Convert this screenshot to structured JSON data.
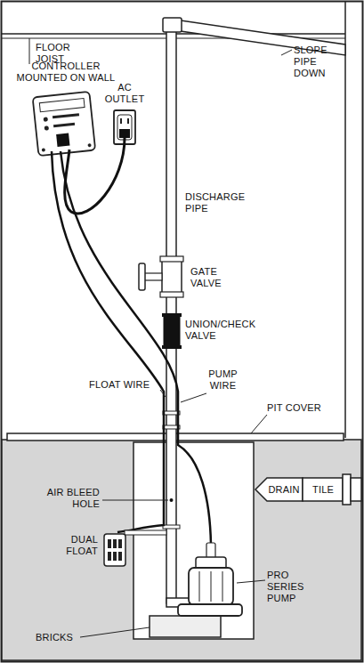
{
  "diagram": {
    "labels": [
      "FLOOR JOIST",
      "SLOPE PIPE DOWN",
      "CONTROLLER MOUNTED ON WALL",
      "AC OUTLET",
      "DISCHARGE PIPE",
      "GATE VALVE",
      "UNION/CHECK VALVE",
      "FLOAT WIRE",
      "PUMP WIRE",
      "PIT COVER",
      "AIR BLEED HOLE",
      "DUAL FLOAT",
      "DRAIN",
      "TILE",
      "PRO SERIES PUMP",
      "BRICKS"
    ]
  }
}
